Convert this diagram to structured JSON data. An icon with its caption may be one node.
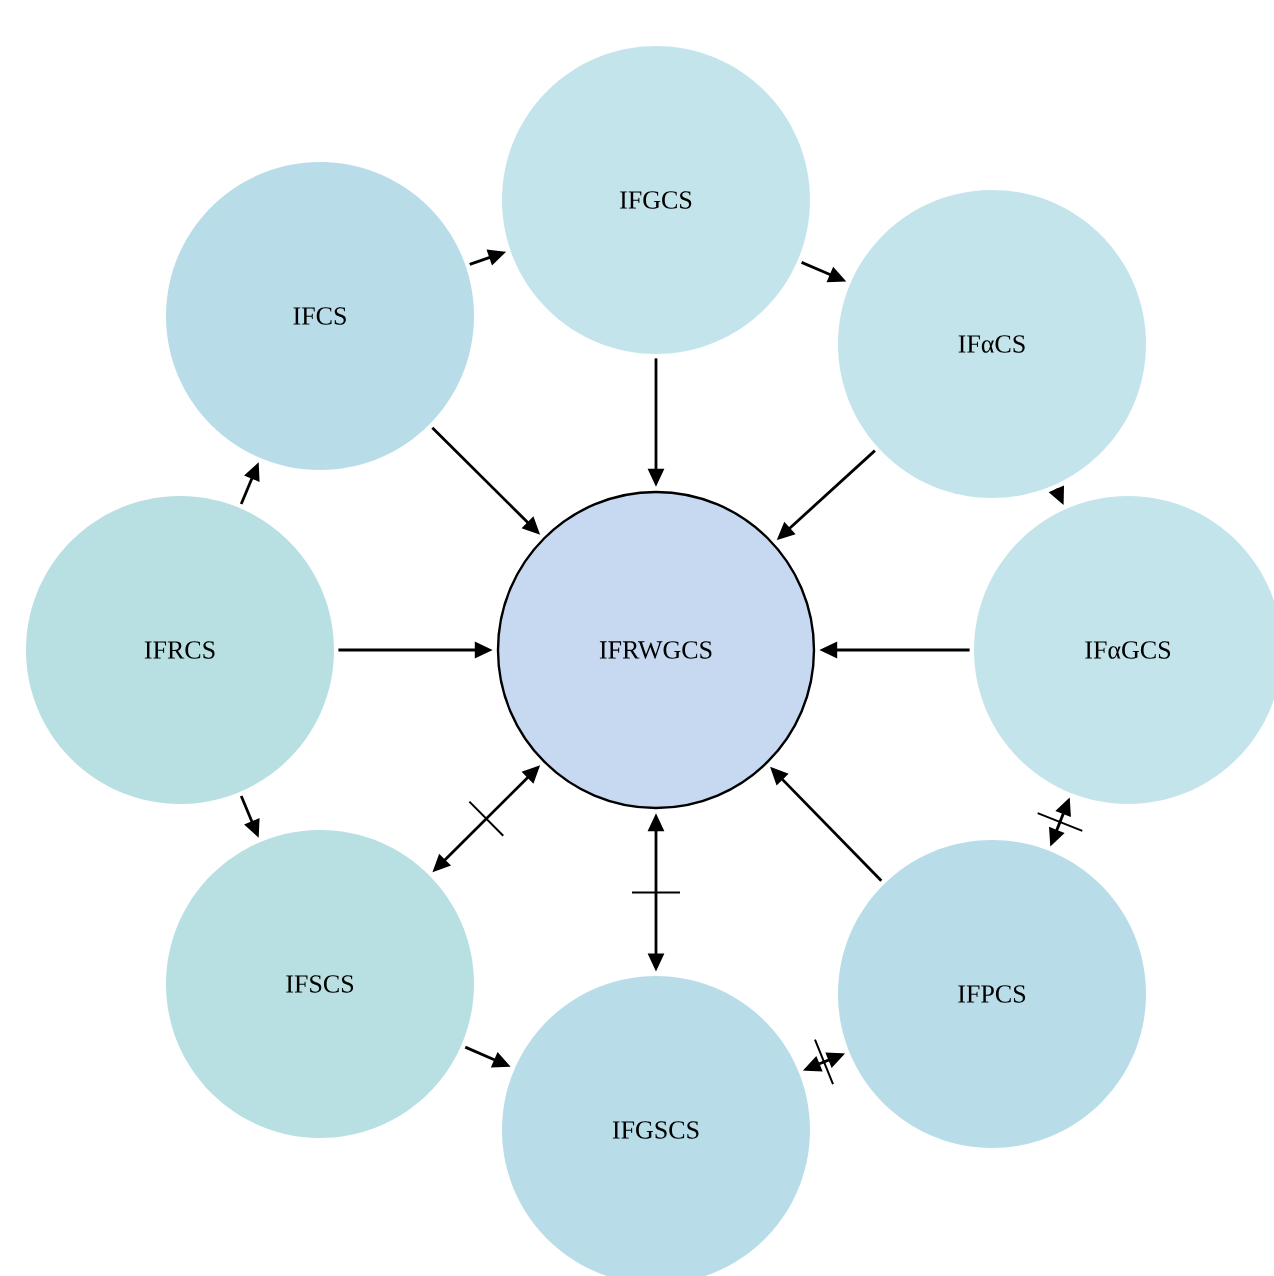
{
  "diagram": {
    "nodes": [
      {
        "text": [
          "IFGCS"
        ]
      },
      {
        "text": [
          "IFCS"
        ]
      },
      {
        "text": [
          "IFαCS"
        ]
      },
      {
        "text": [
          "IFRCS"
        ]
      },
      {
        "text": [
          "IFRWGCS"
        ]
      },
      {
        "text": [
          "IFαGCS"
        ]
      },
      {
        "text": [
          "IFSCS"
        ]
      },
      {
        "text": [
          "IFPCS"
        ]
      },
      {
        "text": [
          "IFGSCS"
        ]
      }
    ],
    "edges": [
      {
        "from": 1,
        "to": 0,
        "arrow": "to"
      },
      {
        "from": 0,
        "to": 2,
        "arrow": "to"
      },
      {
        "from": 2,
        "to": 5,
        "arrow": "to"
      },
      {
        "from": 3,
        "to": 1,
        "arrow": "to"
      },
      {
        "from": 3,
        "to": 6,
        "arrow": "to"
      },
      {
        "from": 6,
        "to": 8,
        "arrow": "to"
      },
      {
        "from": 0,
        "to": 4,
        "arrow": "to"
      },
      {
        "from": 1,
        "to": 4,
        "arrow": "to"
      },
      {
        "from": 2,
        "to": 4,
        "arrow": "to"
      },
      {
        "from": 3,
        "to": 4,
        "arrow": "to"
      },
      {
        "from": 5,
        "to": 4,
        "arrow": "to"
      },
      {
        "from": 7,
        "to": 4,
        "arrow": "to"
      },
      {
        "from": 4,
        "to": 6,
        "arrow": "both"
      },
      {
        "from": 4,
        "to": 8,
        "arrow": "both"
      },
      {
        "from": 8,
        "to": 7,
        "arrow": "both"
      },
      {
        "from": 7,
        "to": 5,
        "arrow": "both"
      }
    ]
  }
}
